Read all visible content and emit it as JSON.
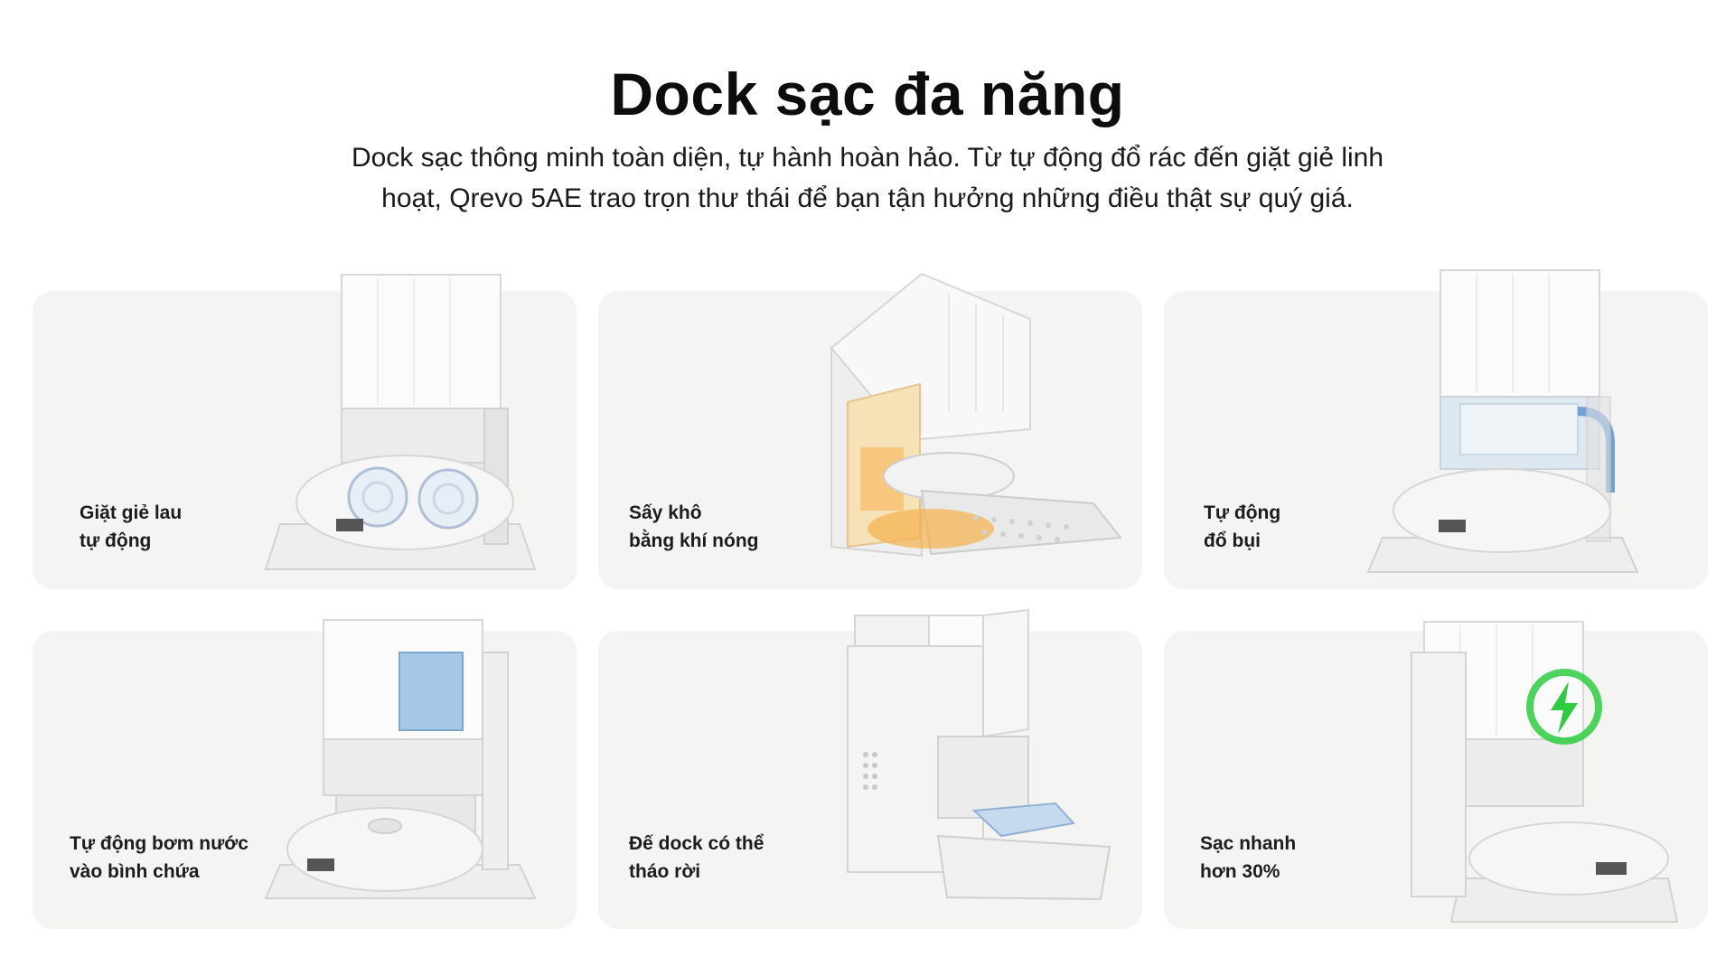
{
  "header": {
    "title": "Dock sạc đa năng",
    "subtitle_line1": "Dock sạc thông minh toàn diện, tự hành hoàn hảo. Từ tự động đổ rác đến giặt giẻ linh",
    "subtitle_line2": "hoạt, Qrevo 5AE trao trọn thư thái để bạn tận hưởng những điều thật sự quý giá."
  },
  "features": [
    {
      "line1": "Giặt giẻ lau",
      "line2": "tự động",
      "image": "dock-mop-washing"
    },
    {
      "line1": "Sấy khô",
      "line2": "bằng khí nóng",
      "image": "dock-hot-air-drying"
    },
    {
      "line1": "Tự động",
      "line2": "đổ bụi",
      "image": "dock-auto-dust-emptying"
    },
    {
      "line1": "Tự động bơm nước",
      "line2": "vào bình chứa",
      "image": "dock-auto-water-refill"
    },
    {
      "line1": "Đế dock có thể",
      "line2": "tháo rời",
      "image": "dock-detachable-base"
    },
    {
      "line1": "Sạc nhanh",
      "line2": "hơn 30%",
      "image": "dock-fast-charging"
    }
  ],
  "colors": {
    "card_background": "#f4f4f2",
    "dock_white": "#f8f8f8",
    "water_blue": "#a8c8e8",
    "heat_orange": "#f5b04a",
    "charge_green": "#2ecc40"
  }
}
